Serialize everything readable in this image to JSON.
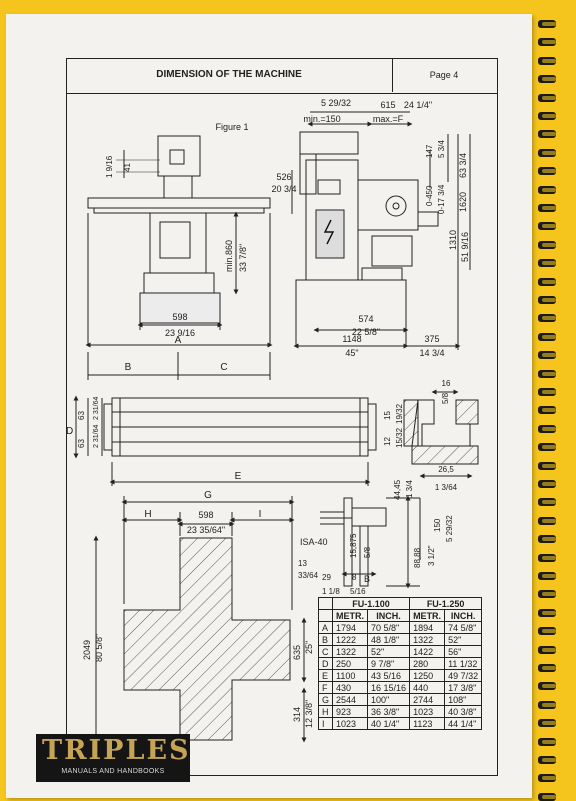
{
  "header": {
    "title": "DIMENSION OF THE MACHINE",
    "page": "Page 4"
  },
  "figure": {
    "label": "Figure 1",
    "front": {
      "d_598": "598",
      "d_23_9_16": "23 9/16",
      "d_A": "A",
      "d_B": "B",
      "d_C": "C",
      "d_min860": "min.860",
      "d_33_7_8": "33 7/8\"",
      "d_41": "41",
      "d_1_9_16": "1 9/16"
    },
    "side": {
      "d_5_29_32": "5 29/32",
      "d_615": "615",
      "d_24_1_4": "24 1/4\"",
      "d_min150": "min.=150",
      "d_maxF": "max.=F",
      "d_526": "526",
      "d_20_3_4": "20 3/4",
      "d_147": "147",
      "d_5_3_4": "5 3/4",
      "d_0_450": "0-450",
      "d_0_17_3_4": "0-17 3/4",
      "d_63_3_4": "63 3/4",
      "d_1620": "1620",
      "d_1310": "1310",
      "d_51_9_16": "51 9/16",
      "d_574": "574",
      "d_22_5_8": "22 5/8\"",
      "d_1148": "1148",
      "d_45": "45\"",
      "d_375": "375",
      "d_14_3_4": "14 3/4"
    },
    "table": {
      "d_D": "D",
      "d_E": "E",
      "d_63": "63",
      "d_63b": "63",
      "d_2_31_64": "2 31/64",
      "d_2_31_64b": "2 31/64",
      "d_16": "16",
      "d_5_8": "5/8",
      "d_15": "15",
      "d_19_32": "19/32",
      "d_12": "12",
      "d_15_32": "15/32",
      "d_26_5": "26,5",
      "d_1_3_64": "1 3/64"
    },
    "plan": {
      "d_G": "G",
      "d_H": "H",
      "d_I": "I",
      "d_598": "598",
      "d_23_35_64": "23 35/64\"",
      "d_2049": "2049",
      "d_80_5_8": "80 5/8\"",
      "d_635": "635",
      "d_25": "25\"",
      "d_314": "314",
      "d_12_3_8": "12 3/8\""
    },
    "spindle": {
      "d_44_45": "44,45",
      "d_1_3_4": "1 3/4",
      "d_150": "150",
      "d_5_29_32": "5 29/32",
      "d_ISA40": "ISA-40",
      "d_15_875": "15,875",
      "d_5_8": "5/8",
      "d_88_88": "88,88",
      "d_3_1_2": "3 1/2\"",
      "d_13": "13",
      "d_33_64": "33/64",
      "d_29": "29",
      "d_1_1_8": "1 1/8",
      "d_8": "8",
      "d_5_16": "5/16",
      "d_B": "B"
    }
  },
  "dimension_table": {
    "groups": [
      "FU-1.100",
      "FU-1.250"
    ],
    "units": [
      "METR.",
      "INCH.",
      "METR.",
      "INCH."
    ],
    "rows": [
      {
        "key": "A",
        "m1": "1794",
        "i1": "70 5/8\"",
        "m2": "1894",
        "i2": "74 5/8\""
      },
      {
        "key": "B",
        "m1": "1222",
        "i1": "48 1/8\"",
        "m2": "1322",
        "i2": "52\""
      },
      {
        "key": "C",
        "m1": "1322",
        "i1": "52\"",
        "m2": "1422",
        "i2": "56\""
      },
      {
        "key": "D",
        "m1": "250",
        "i1": "9 7/8\"",
        "m2": "280",
        "i2": "11 1/32"
      },
      {
        "key": "E",
        "m1": "1100",
        "i1": "43 5/16",
        "m2": "1250",
        "i2": "49 7/32"
      },
      {
        "key": "F",
        "m1": "430",
        "i1": "16 15/16",
        "m2": "440",
        "i2": "17 3/8\""
      },
      {
        "key": "G",
        "m1": "2544",
        "i1": "100\"",
        "m2": "2744",
        "i2": "108\""
      },
      {
        "key": "H",
        "m1": "923",
        "i1": "36 3/8\"",
        "m2": "1023",
        "i2": "40 3/8\""
      },
      {
        "key": "I",
        "m1": "1023",
        "i1": "40 1/4\"",
        "m2": "1123",
        "i2": "44 1/4\""
      }
    ]
  },
  "logo": {
    "name": "TRIPLES",
    "tagline": "MANUALS AND HANDBOOKS"
  }
}
